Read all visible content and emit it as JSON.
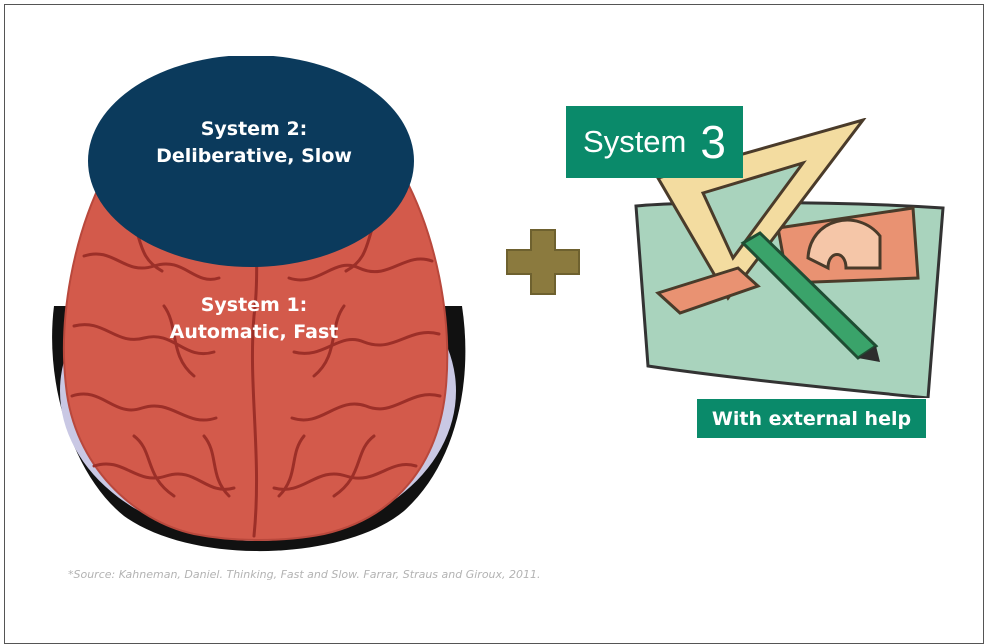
{
  "brain": {
    "system2_title": "System 2:",
    "system2_subtitle": "Deliberative, Slow",
    "system1_title": "System 1:",
    "system1_subtitle": "Automatic, Fast"
  },
  "system3": {
    "word": "System",
    "number": "3",
    "caption": "With external help"
  },
  "footnote": "*Source: Kahneman, Daniel. Thinking, Fast and Slow. Farrar, Straus and Giroux, 2011.",
  "colors": {
    "navy_ellipse": "#0b3a5c",
    "brain_red": "#d35a4b",
    "brain_folds": "#9c2f28",
    "badge_green": "#0a8a6a",
    "plus_olive": "#8b7a3e",
    "paper_green": "#a9d3bd"
  }
}
